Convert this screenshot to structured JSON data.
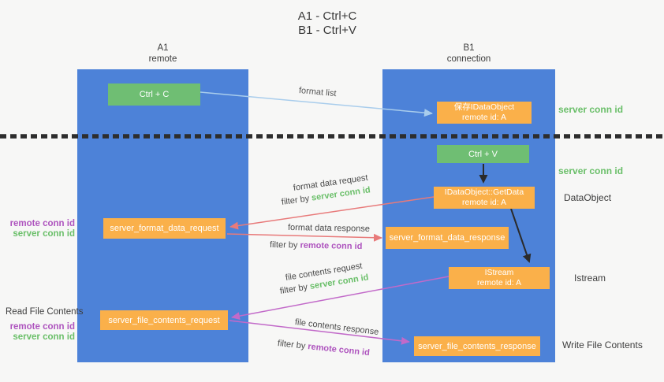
{
  "title": {
    "line1": "A1 - Ctrl+C",
    "line2": "B1 - Ctrl+V"
  },
  "lanes": {
    "left": {
      "name": "A1",
      "role": "remote"
    },
    "right": {
      "name": "B1",
      "role": "connection"
    }
  },
  "nodes": {
    "ctrl_c": "Ctrl + C",
    "ctrl_v": "Ctrl + V",
    "save_idataobject": {
      "title": "保存IDataObject",
      "subtitle": "remote id: A"
    },
    "idataobject_getdata": {
      "title": "IDataObject::GetData",
      "subtitle": "remote id: A"
    },
    "istream": {
      "title": "IStream",
      "subtitle": "remote id: A"
    },
    "server_format_data_request": "server_format_data_request",
    "server_format_data_response": "server_format_data_response",
    "server_file_contents_request": "server_file_contents_request",
    "server_file_contents_response": "server_file_contents_response"
  },
  "edge_labels": {
    "format_list": "format list",
    "format_data_request": "format data request",
    "format_data_response": "format data response",
    "file_contents_request": "file contents request",
    "file_contents_response": "file contents response",
    "filter_by": "filter by ",
    "server_conn_id": "server conn id",
    "remote_conn_id": "remote conn id"
  },
  "annotations": {
    "server_conn_id": "server conn id",
    "remote_conn_id": "remote conn id",
    "dataobject": "DataObject",
    "istream": "Istream",
    "read_file_contents": "Read File Contents",
    "write_file_contents": "Write File Contents"
  },
  "colors": {
    "lane_blue": "#4D82D8",
    "node_green": "#6FBE73",
    "node_orange": "#FAB04A",
    "arrow_red": "#E87A7A",
    "arrow_magenta": "#C26AC9",
    "arrow_lightblue": "#A9CDEC",
    "arrow_black": "#2B2B2B",
    "text_green": "#6ABF69",
    "text_purple": "#AE54BE"
  }
}
